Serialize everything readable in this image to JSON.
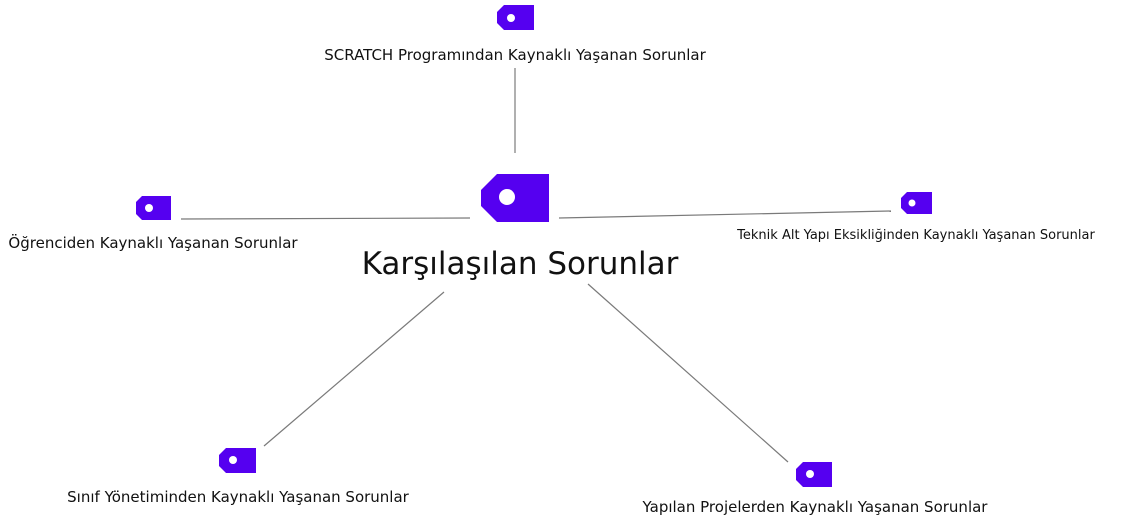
{
  "diagram": {
    "accent_color": "#5500f0",
    "central": {
      "label": "Karşılaşılan Sorunlar",
      "icon": "tag-icon"
    },
    "branches": [
      {
        "id": "top",
        "label": "SCRATCH Programından Kaynaklı Yaşanan Sorunlar",
        "icon": "tag-icon"
      },
      {
        "id": "left",
        "label": "Öğrenciden Kaynaklı Yaşanan Sorunlar",
        "icon": "tag-icon"
      },
      {
        "id": "right",
        "label": "Teknik Alt Yapı Eksikliğinden Kaynaklı Yaşanan Sorunlar",
        "icon": "tag-icon"
      },
      {
        "id": "bottom-left",
        "label": "Sınıf Yönetiminden Kaynaklı Yaşanan Sorunlar",
        "icon": "tag-icon"
      },
      {
        "id": "bottom-right",
        "label": "Yapılan Projelerden Kaynaklı Yaşanan Sorunlar",
        "icon": "tag-icon"
      }
    ]
  }
}
